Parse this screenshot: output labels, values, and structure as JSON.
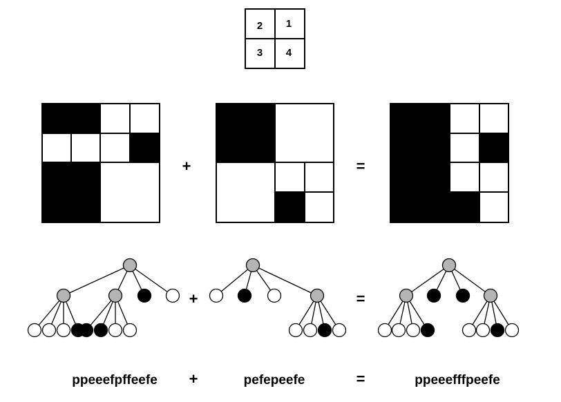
{
  "key": {
    "quadrant_labels": [
      "2",
      "1",
      "3",
      "4"
    ]
  },
  "operators": {
    "plus": "+",
    "equals": "="
  },
  "codes": {
    "left": "ppeeefpffeefe",
    "middle": "pefepeefe",
    "right": "ppeeefffpeefe"
  },
  "colors": {
    "black": "#000000",
    "white": "#ffffff",
    "gray": "#b4b4b4",
    "line": "#000000"
  }
}
